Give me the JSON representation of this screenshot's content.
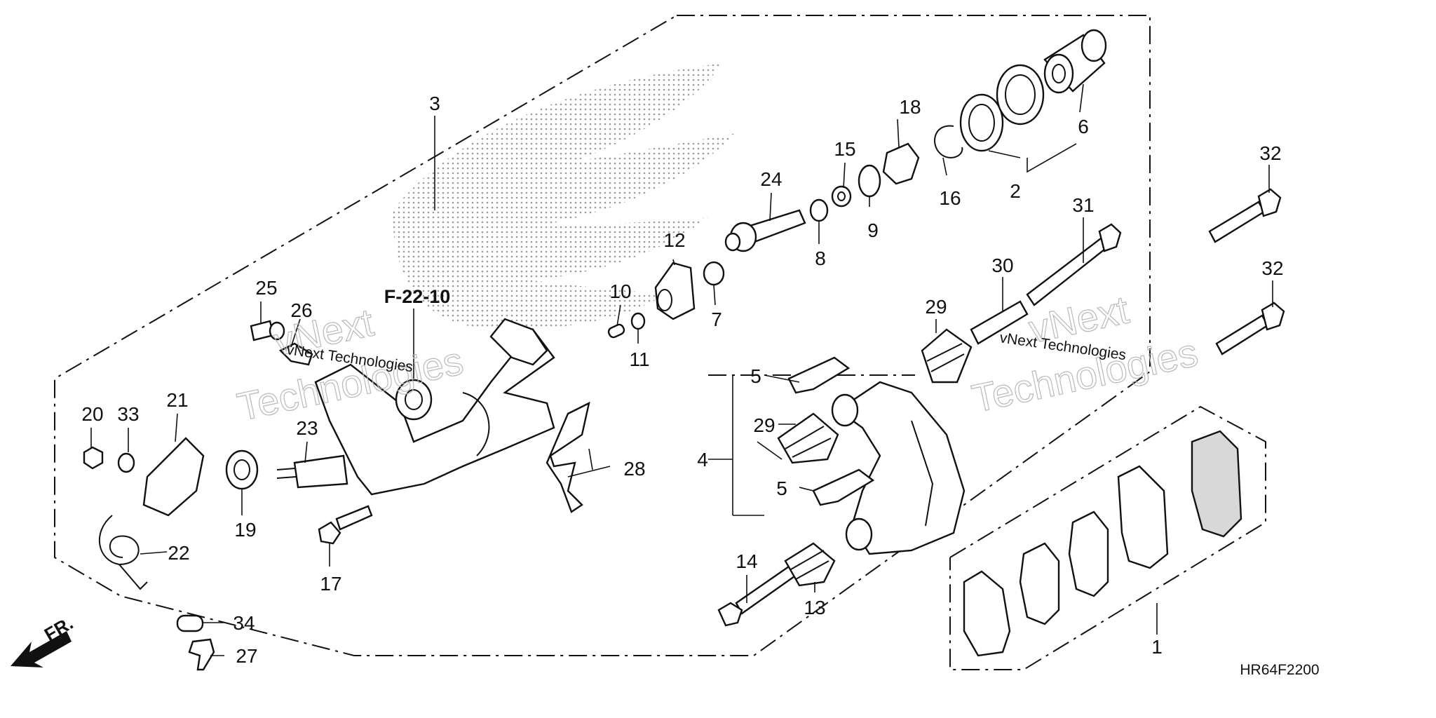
{
  "diagram": {
    "part_numbers": [
      "1",
      "2",
      "3",
      "4",
      "5",
      "5",
      "6",
      "7",
      "8",
      "9",
      "10",
      "11",
      "12",
      "13",
      "14",
      "15",
      "16",
      "17",
      "18",
      "19",
      "20",
      "21",
      "22",
      "23",
      "24",
      "25",
      "26",
      "27",
      "28",
      "29",
      "29",
      "30",
      "31",
      "32",
      "32",
      "33",
      "34"
    ],
    "reference": "F-22-10",
    "diagram_code": "HR64F2200",
    "front_label": "FR.",
    "watermark_line1": "vNext",
    "watermark_line2": "Technologies",
    "watermark_line3": "vNext Technologies"
  }
}
